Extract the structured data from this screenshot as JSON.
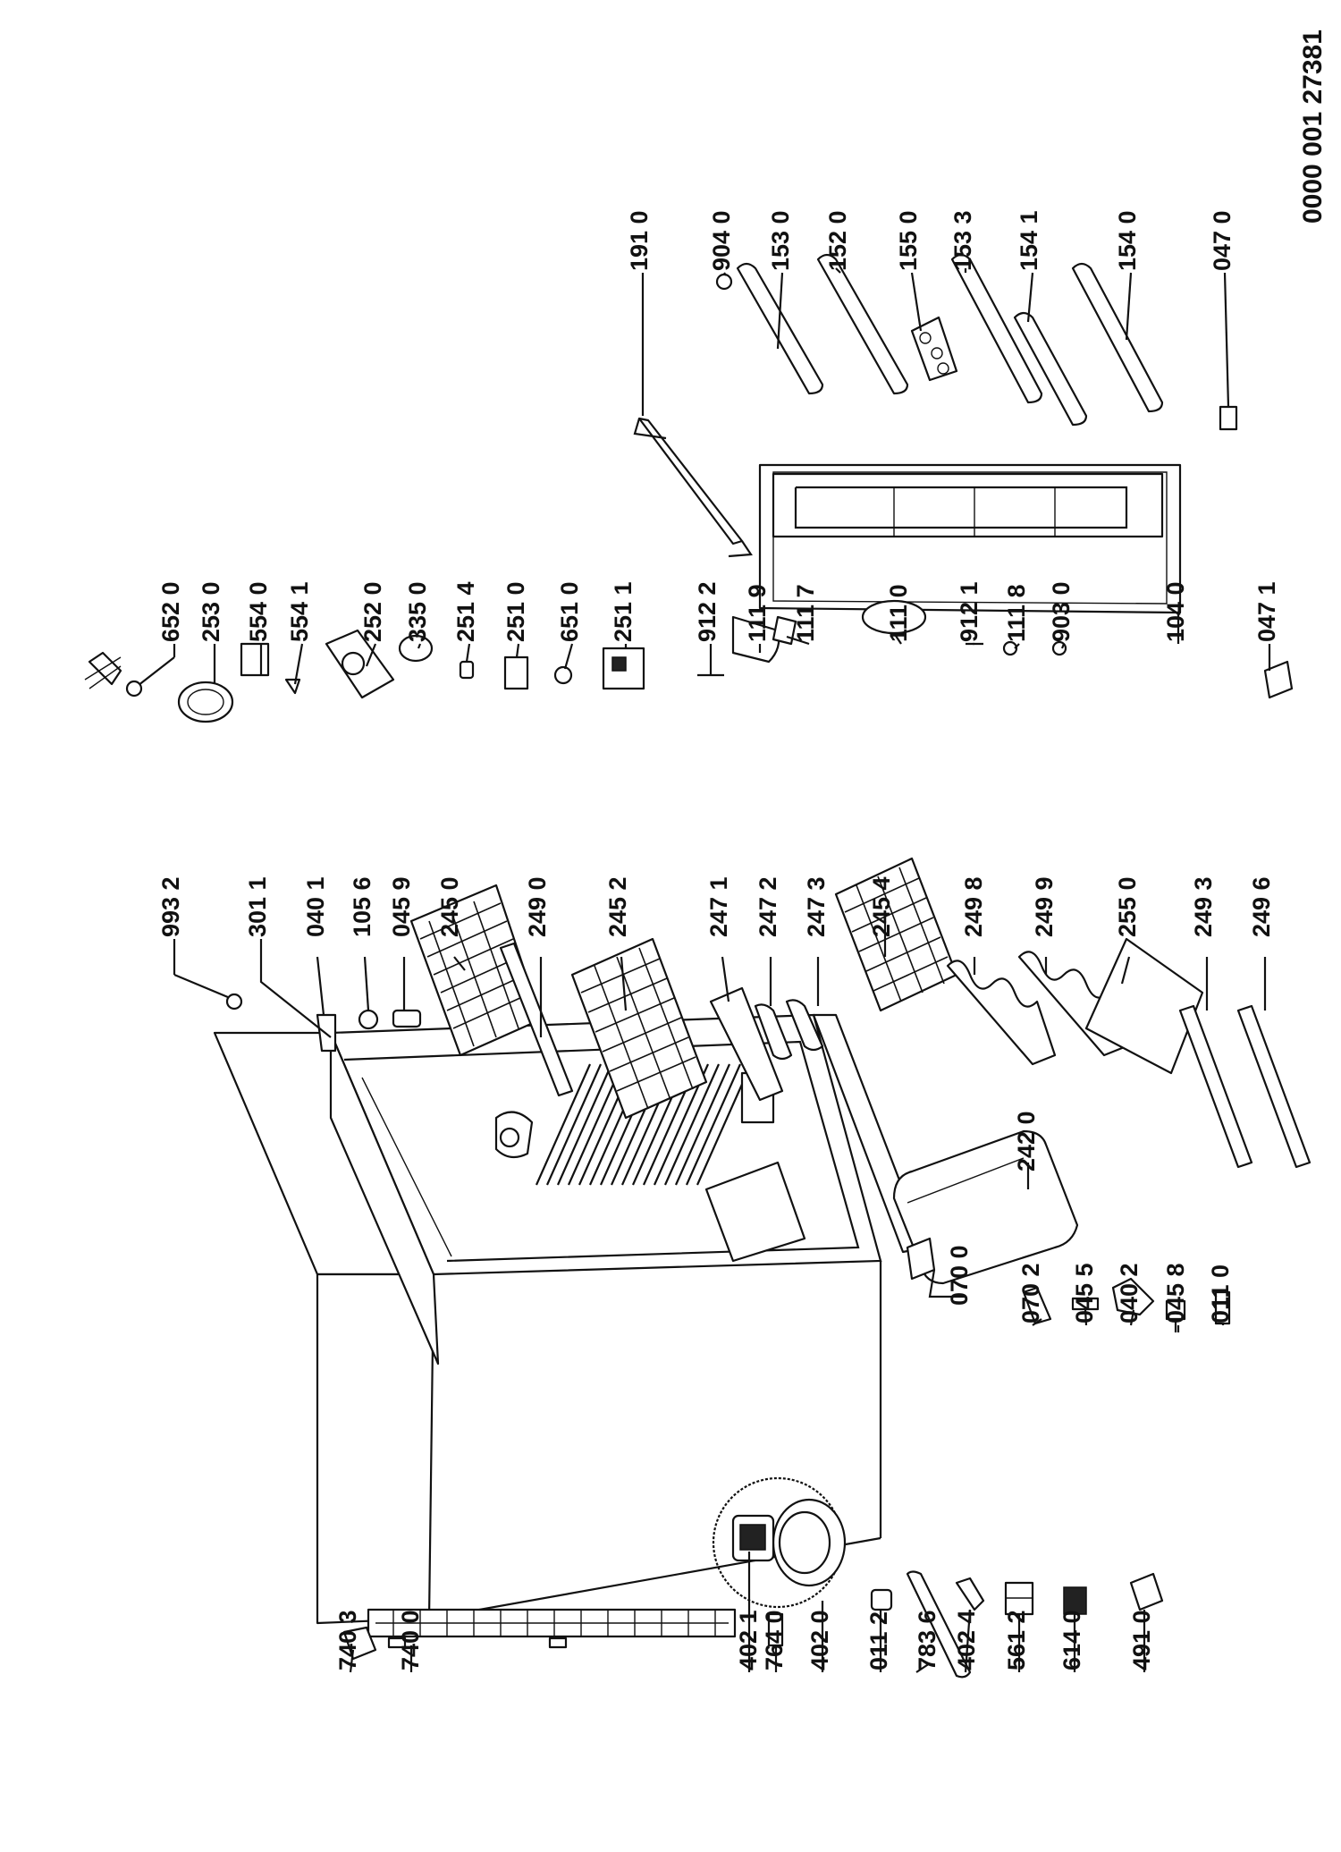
{
  "document_id": "0000 001 27381",
  "left_group": {
    "labels": [
      "993 2",
      "301 1",
      "040 1",
      "105 6",
      "045 9",
      "245 0",
      "249 0",
      "245 2",
      "247 1",
      "247 2",
      "247 3",
      "245 4",
      "249 8",
      "249 9",
      "255 0",
      "249 3",
      "249 6",
      "242 0",
      "070 0",
      "070 2",
      "045 5",
      "040 2",
      "045 8",
      "011 0",
      "740 3",
      "740 0",
      "402 1",
      "764 0",
      "402 0",
      "011 2",
      "783 6",
      "402 4",
      "561 2",
      "614 0",
      "491 0"
    ]
  },
  "right_group": {
    "labels": [
      "191 0",
      "904 0",
      "153 0",
      "152 0",
      "155 0",
      "153 3",
      "154 1",
      "154 0",
      "047 0",
      "652 0",
      "253 0",
      "554 0",
      "554 1",
      "252 0",
      "335 0",
      "251 4",
      "251 0",
      "651 0",
      "251 1",
      "912 2",
      "111 9",
      "111 7",
      "111 0",
      "912 1",
      "111 8",
      "903 0",
      "104 0",
      "047 1"
    ]
  }
}
